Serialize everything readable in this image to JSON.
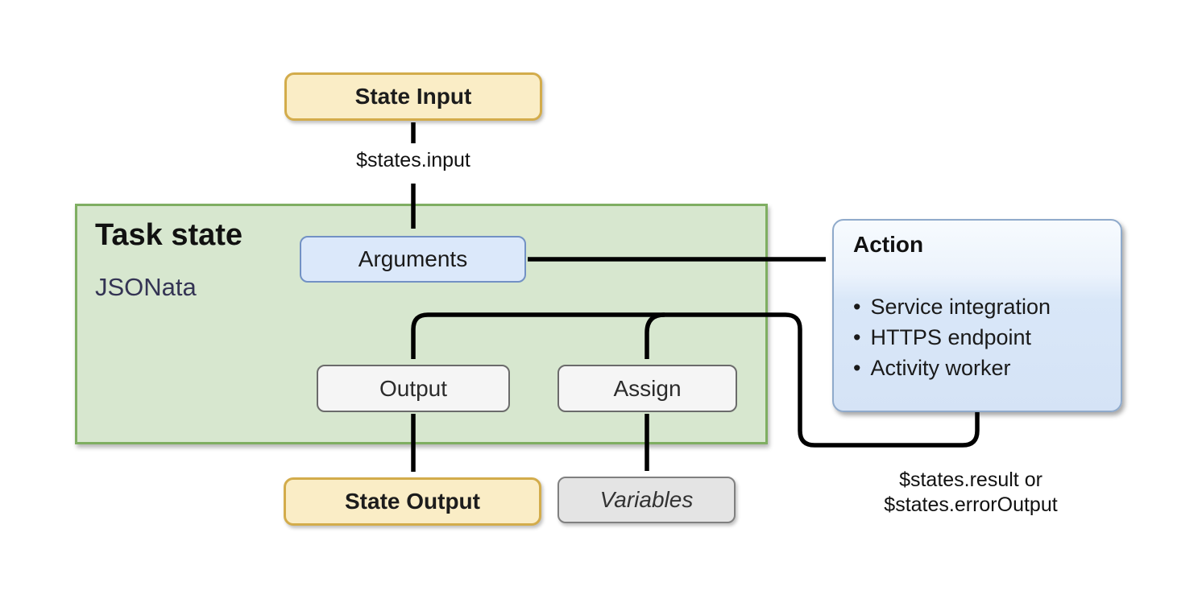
{
  "diagram": {
    "nodes": {
      "state_input": {
        "label": "State Input"
      },
      "task_state": {
        "title": "Task state",
        "subtitle": "JSONata"
      },
      "arguments": {
        "label": "Arguments"
      },
      "action": {
        "title": "Action",
        "bullets": [
          "Service integration",
          "HTTPS endpoint",
          "Activity worker"
        ]
      },
      "output": {
        "label": "Output"
      },
      "assign": {
        "label": "Assign"
      },
      "state_output": {
        "label": "State Output"
      },
      "variables": {
        "label": "Variables"
      }
    },
    "edge_labels": {
      "input": "$states.input",
      "result_line1": "$states.result or",
      "result_line2": "$states.errorOutput"
    },
    "colors": {
      "yellow_fill": "#FAEDC6",
      "yellow_border": "#D3AC4B",
      "green_fill": "#D7E7CF",
      "green_border": "#7FAE62",
      "blue_fill": "#DBE8FA",
      "blue_border": "#7291C4",
      "action_fill_bottom": "#D5E3F6",
      "action_border": "#8FAACB",
      "gray_fill": "#F5F5F5",
      "gray_border": "#6B6B6B",
      "variables_fill": "#E4E4E4",
      "variables_border": "#808080",
      "jsonata_text": "#343454",
      "line": "#000000"
    }
  }
}
